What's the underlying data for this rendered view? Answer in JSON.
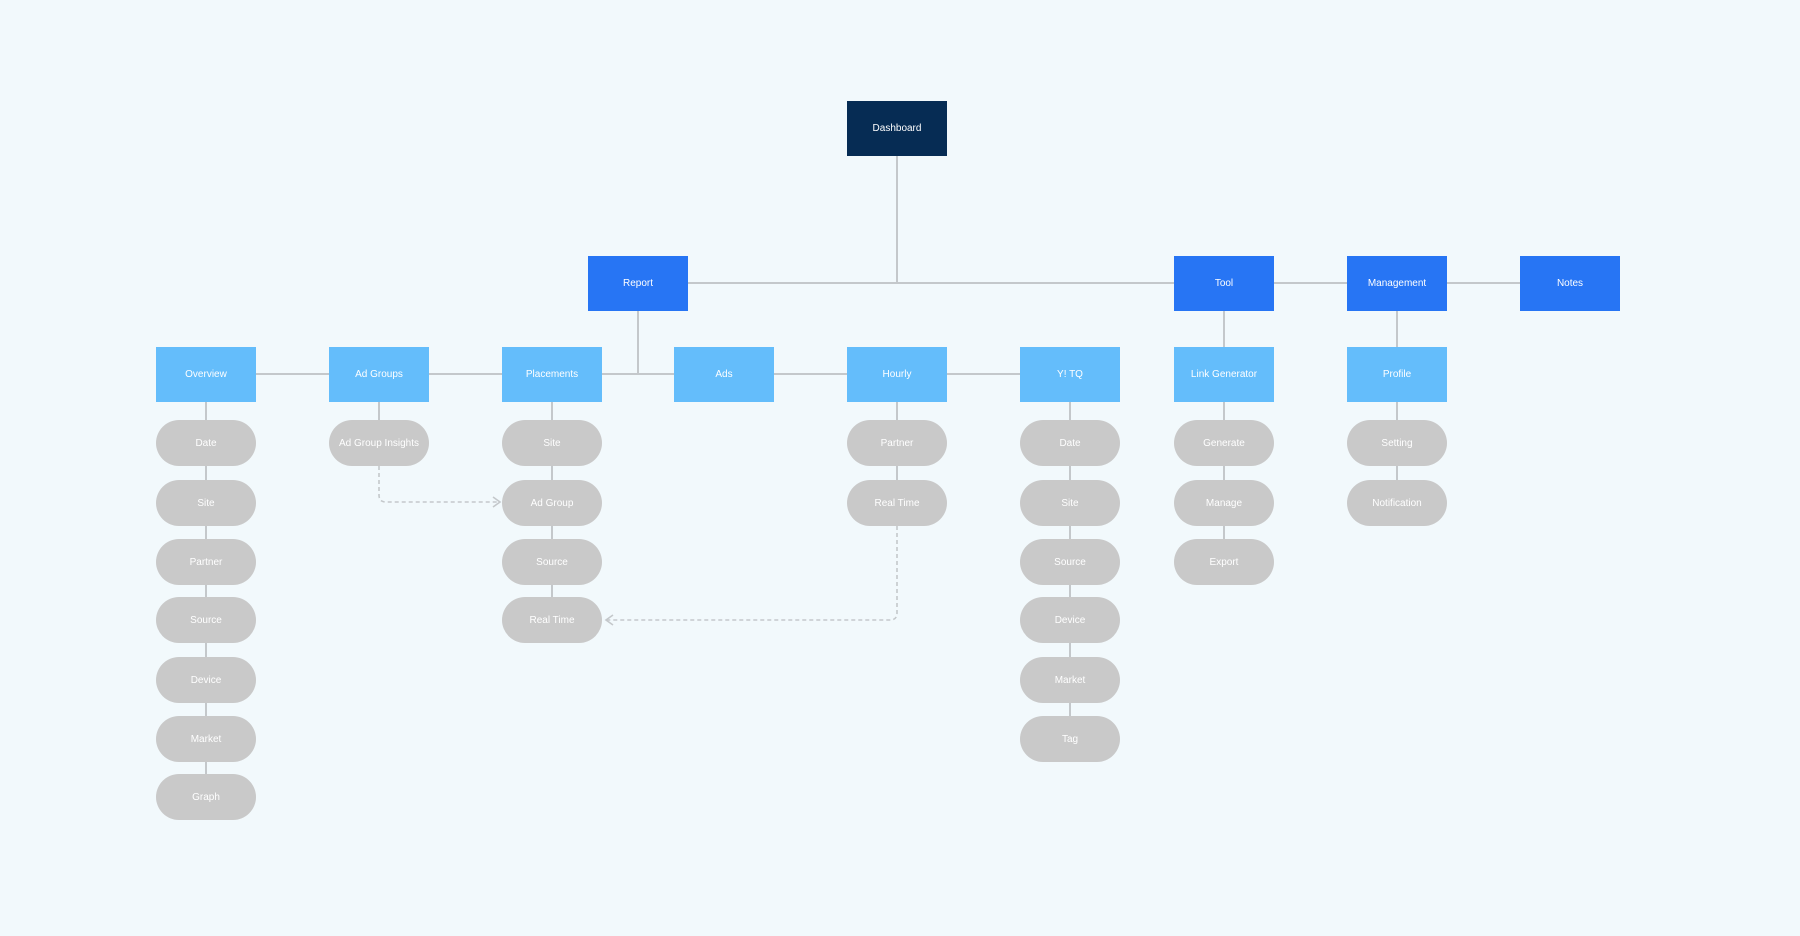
{
  "colors": {
    "background": "#f2f9fc",
    "root": "#062c54",
    "section": "#2775f4",
    "page": "#64bdfb",
    "item": "#c9c9c9",
    "connector": "#c4c8cb"
  },
  "root": {
    "label": "Dashboard"
  },
  "sections": [
    {
      "label": "Report"
    },
    {
      "label": "Tool"
    },
    {
      "label": "Management"
    },
    {
      "label": "Notes"
    }
  ],
  "report_pages": [
    {
      "label": "Overview",
      "items": [
        "Date",
        "Site",
        "Partner",
        "Source",
        "Device",
        "Market",
        "Graph"
      ]
    },
    {
      "label": "Ad Groups",
      "items": [
        "Ad Group Insights"
      ]
    },
    {
      "label": "Placements",
      "items": [
        "Site",
        "Ad Group",
        "Source",
        "Real Time"
      ]
    },
    {
      "label": "Ads",
      "items": []
    },
    {
      "label": "Hourly",
      "items": [
        "Partner",
        "Real Time"
      ]
    },
    {
      "label": "Y! TQ",
      "items": [
        "Date",
        "Site",
        "Source",
        "Device",
        "Market",
        "Tag"
      ]
    }
  ],
  "tool_pages": [
    {
      "label": "Link Generator",
      "items": [
        "Generate",
        "Manage",
        "Export"
      ]
    }
  ],
  "management_pages": [
    {
      "label": "Profile",
      "items": [
        "Setting",
        "Notification"
      ]
    }
  ],
  "cross_links": [
    {
      "from": "Ad Group Insights",
      "to": "Ad Group"
    },
    {
      "from": "Real Time",
      "to": "Real Time"
    }
  ]
}
